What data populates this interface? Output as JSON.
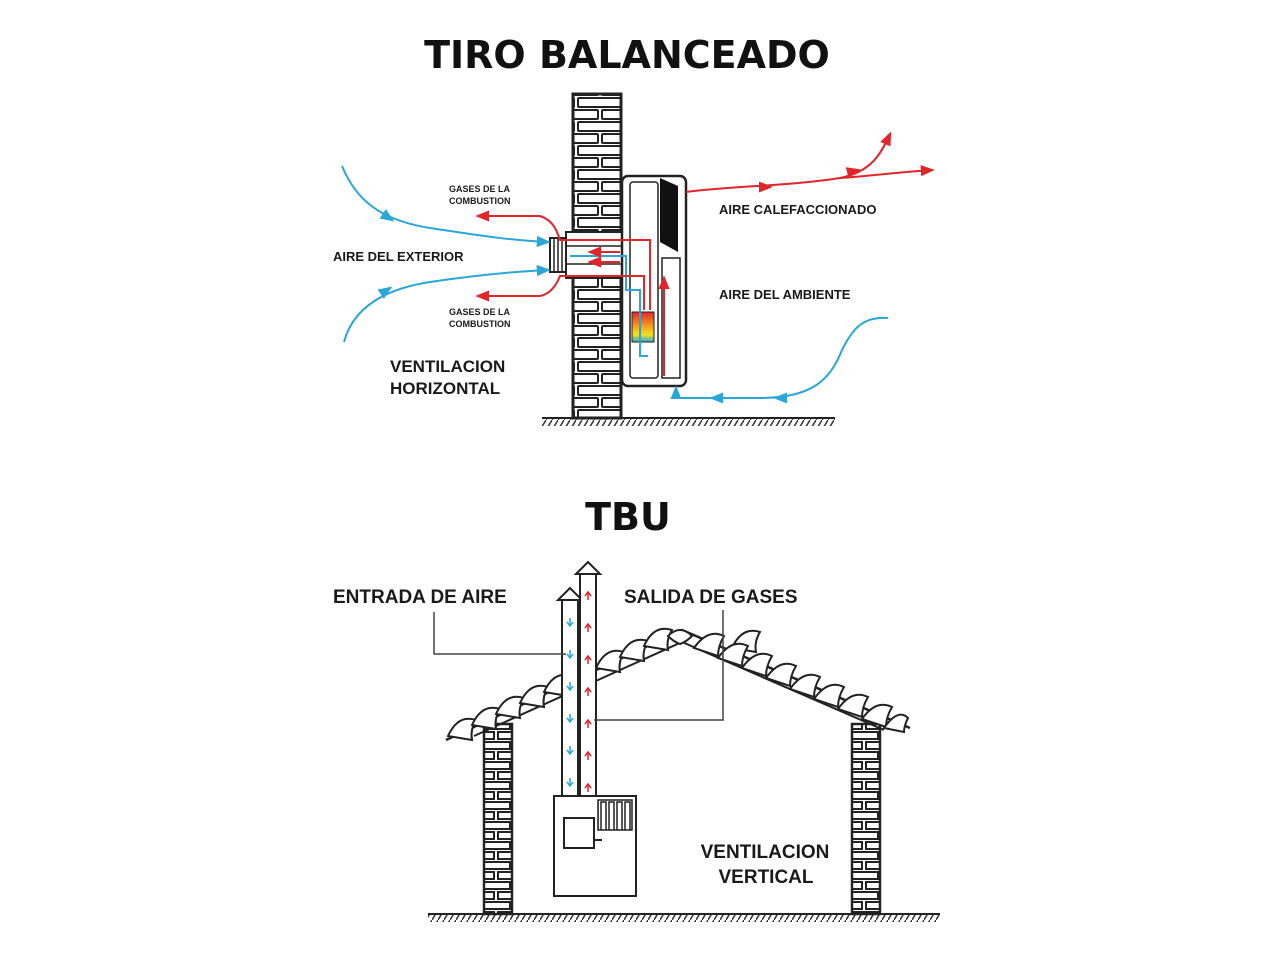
{
  "titles": {
    "top": "TIRO BALANCEADO",
    "bottom": "TBU"
  },
  "horizontal": {
    "gases_top_line1": "GASES DE LA",
    "gases_top_line2": "COMBUSTION",
    "gases_bottom_line1": "GASES DE LA",
    "gases_bottom_line2": "COMBUSTION",
    "aire_exterior": "AIRE DEL EXTERIOR",
    "aire_calefaccionado": "AIRE CALEFACCIONADO",
    "aire_ambiente": "AIRE DEL AMBIENTE",
    "ventilacion_line1": "VENTILACION",
    "ventilacion_line2": "HORIZONTAL"
  },
  "vertical": {
    "entrada_aire": "ENTRADA DE AIRE",
    "salida_gases": "SALIDA DE GASES",
    "ventilacion_line1": "VENTILACION",
    "ventilacion_line2": "VERTICAL"
  },
  "colors": {
    "cold_air": "#2aa6d8",
    "hot_gas": "#e0262b",
    "line": "#222222"
  }
}
